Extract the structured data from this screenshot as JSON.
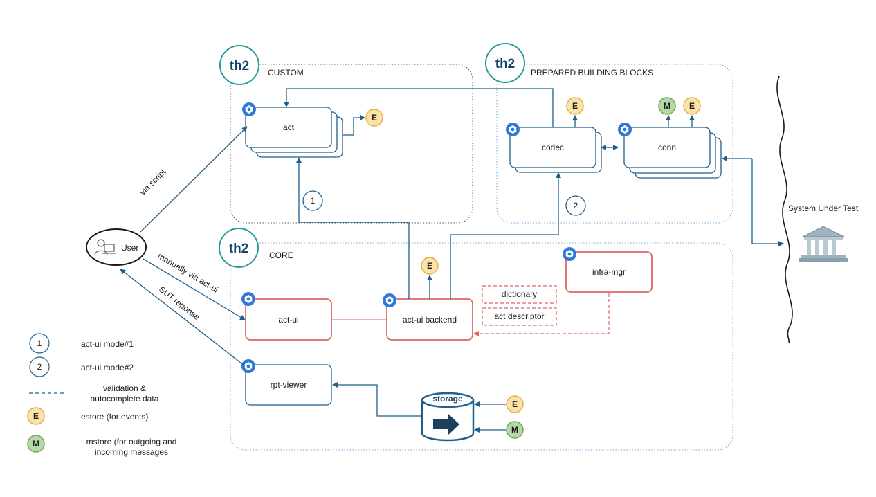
{
  "groups": {
    "custom": "CUSTOM",
    "prepared": "PREPARED BUILDING BLOCKS",
    "core": "CORE",
    "logo_text": "th2"
  },
  "components": {
    "act": "act",
    "codec": "codec",
    "conn": "conn",
    "act_ui": "act-ui",
    "act_ui_backend": "act-ui backend",
    "infra_mgr": "infra-mgr",
    "rpt_viewer": "rpt-viewer",
    "dictionary": "dictionary",
    "act_descriptor": "act descriptor",
    "storage": "storage",
    "user": "User",
    "sut": "System Under Test"
  },
  "badges": {
    "e": "E",
    "m": "M",
    "mode1": "1",
    "mode2": "2"
  },
  "edges": {
    "via_script": "via script",
    "manually": "manually via act-ui",
    "sut_response": "SUT reponse"
  },
  "legend": [
    {
      "symbol": "1",
      "text": "act-ui mode#1"
    },
    {
      "symbol": "2",
      "text": "act-ui mode#2"
    },
    {
      "symbol": "",
      "text": "validation &\nautocomplete data"
    },
    {
      "symbol": "E",
      "text": "estore (for events)"
    },
    {
      "symbol": "M",
      "text": "mstore (for outgoing and\nincoming messages"
    }
  ],
  "colors": {
    "blue": "#1f5f8b",
    "red": "#e06666",
    "e_fill": "#fbe3a8",
    "m_fill": "#b6d7a8",
    "kube": "#2f7ad8",
    "teal": "#2a9a9a"
  }
}
